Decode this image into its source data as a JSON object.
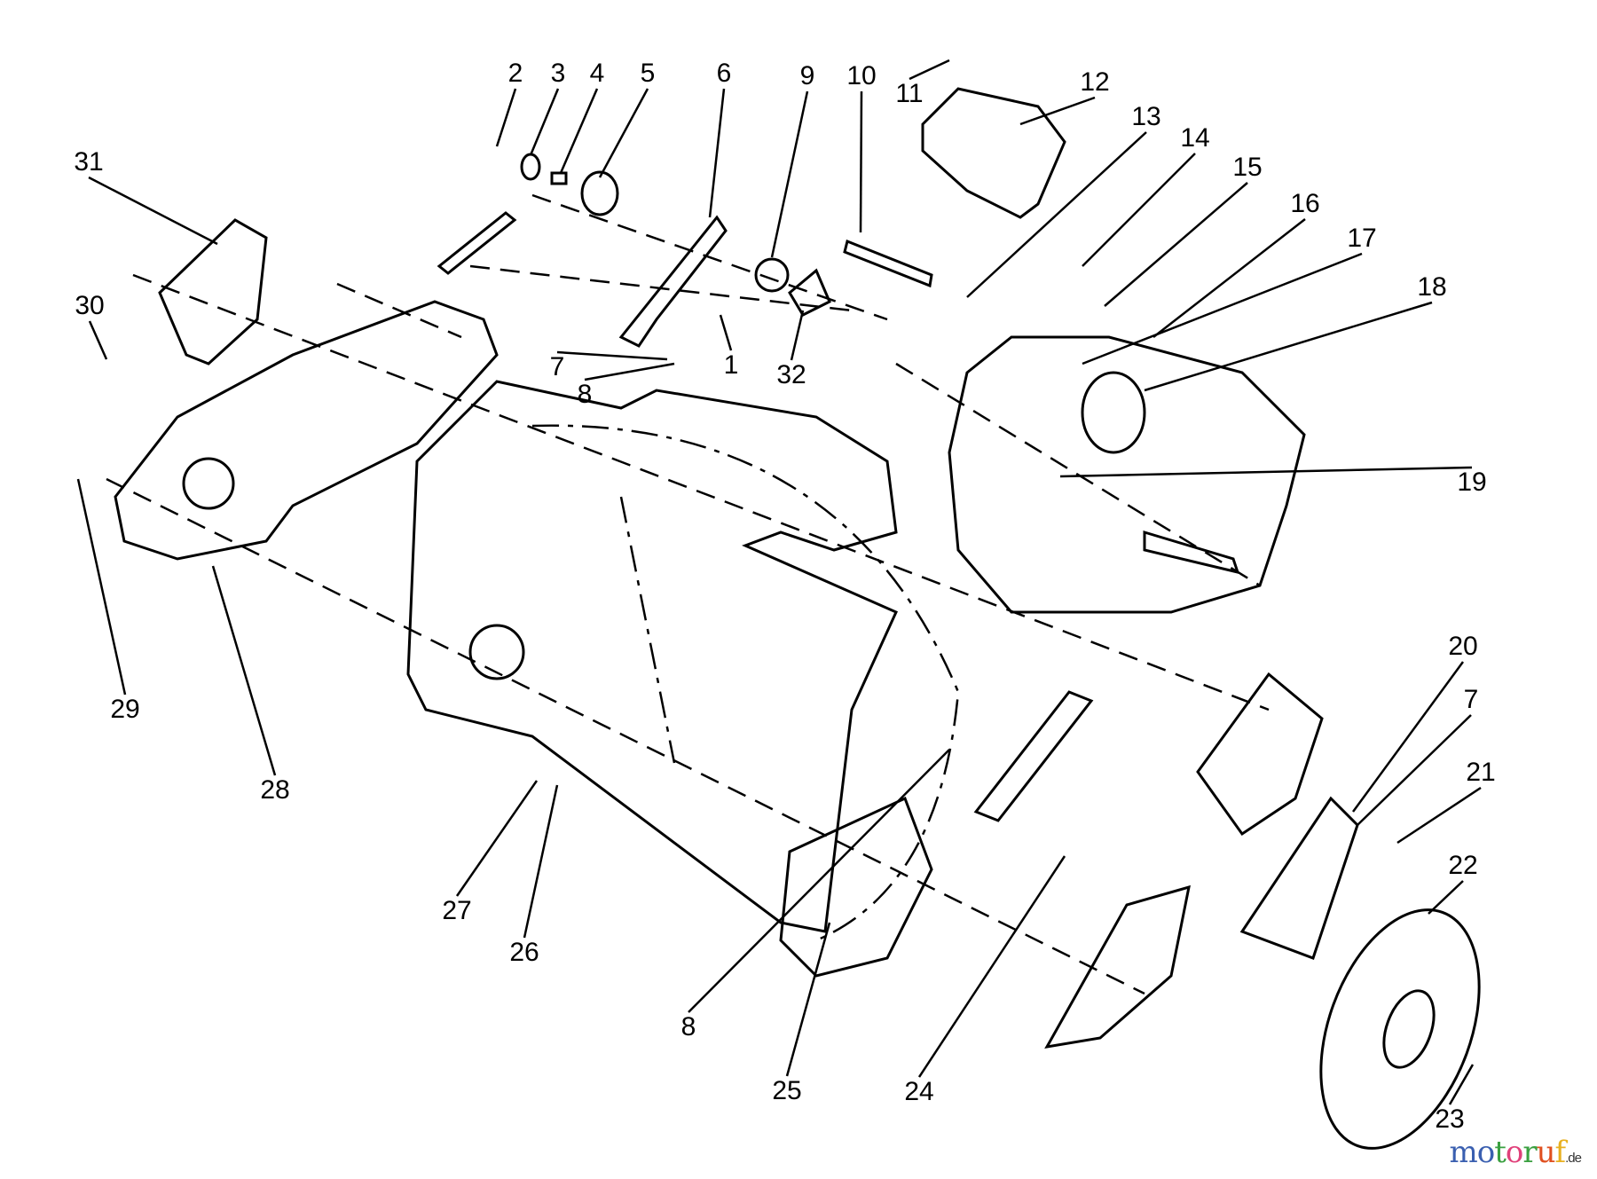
{
  "diagram": {
    "type": "exploded-parts-diagram",
    "callouts": [
      "2",
      "3",
      "4",
      "5",
      "6",
      "9",
      "10",
      "11",
      "12",
      "13",
      "14",
      "15",
      "16",
      "17",
      "18",
      "19",
      "20",
      "7",
      "21",
      "22",
      "23",
      "24",
      "25",
      "8",
      "26",
      "27",
      "28",
      "29",
      "30",
      "31",
      "7",
      "8",
      "1",
      "32"
    ]
  },
  "watermark": {
    "letters": [
      "m",
      "o",
      "t",
      "o",
      "r",
      "u",
      "f"
    ],
    "colors": [
      "#3a5fb0",
      "#3a5fb0",
      "#3aa040",
      "#e0407a",
      "#3aa040",
      "#e05020",
      "#e8b020"
    ],
    "suffix": ".de"
  }
}
